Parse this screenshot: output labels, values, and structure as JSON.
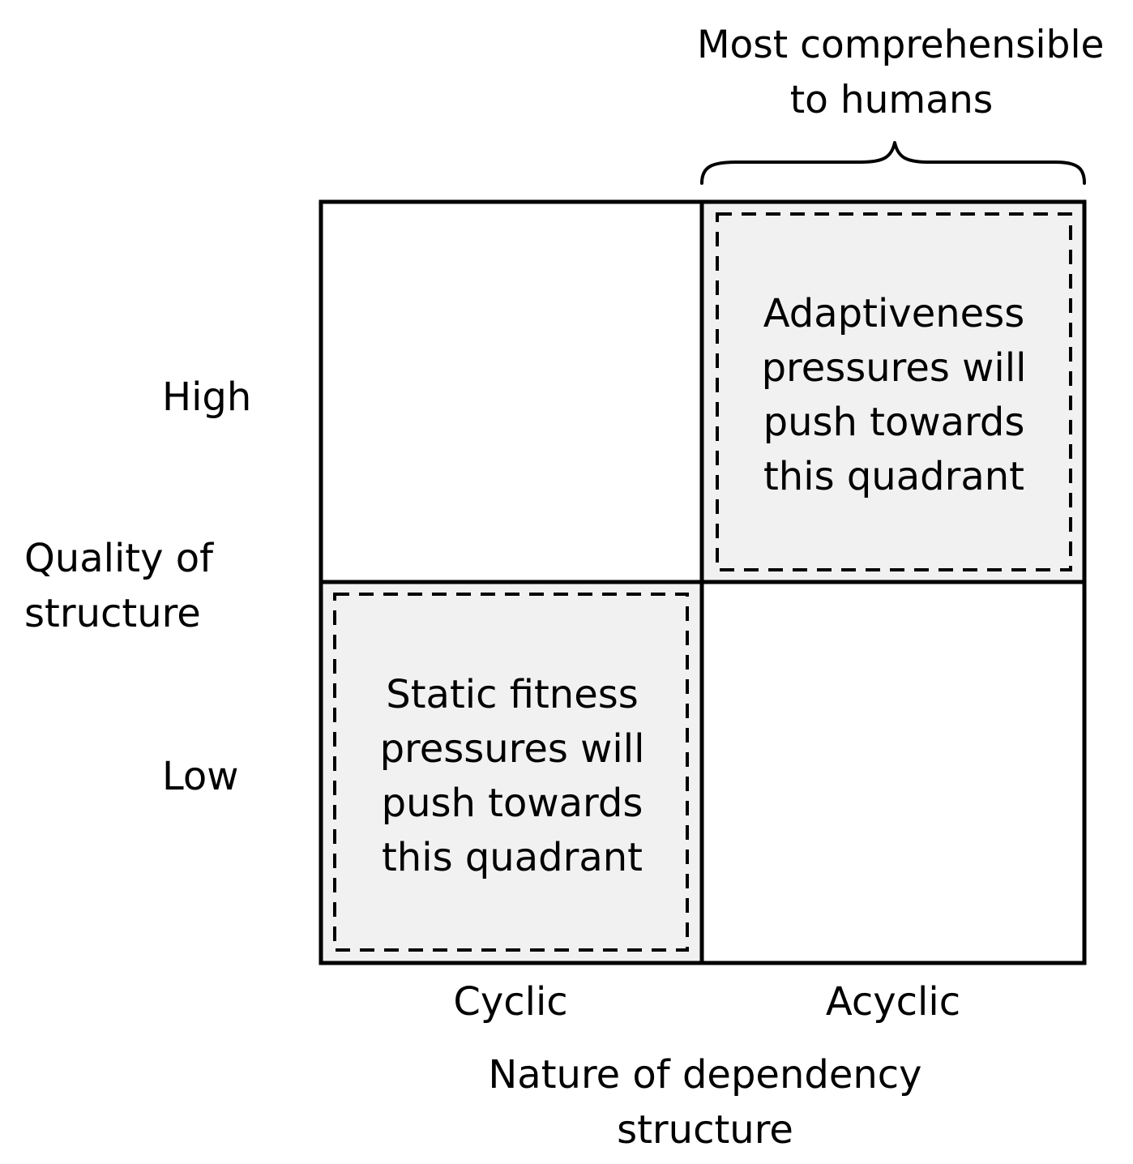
{
  "top_annotation": {
    "lines": [
      "Most comprehensible",
      "to humans"
    ]
  },
  "y_axis": {
    "title_lines": [
      "Quality of",
      "structure"
    ],
    "high": "High",
    "low": "Low"
  },
  "x_axis": {
    "cyclic": "Cyclic",
    "acyclic": "Acyclic",
    "title_lines": [
      "Nature of dependency",
      "structure"
    ]
  },
  "quadrants": {
    "top_right": {
      "lines": [
        "Adaptiveness",
        "pressures will",
        "push towards",
        "this quadrant"
      ]
    },
    "bottom_left": {
      "lines": [
        "Static fitness",
        "pressures will",
        "push towards",
        "this quadrant"
      ]
    }
  },
  "colors": {
    "highlight_fill": "#f1f1f1",
    "line": "#000000"
  }
}
